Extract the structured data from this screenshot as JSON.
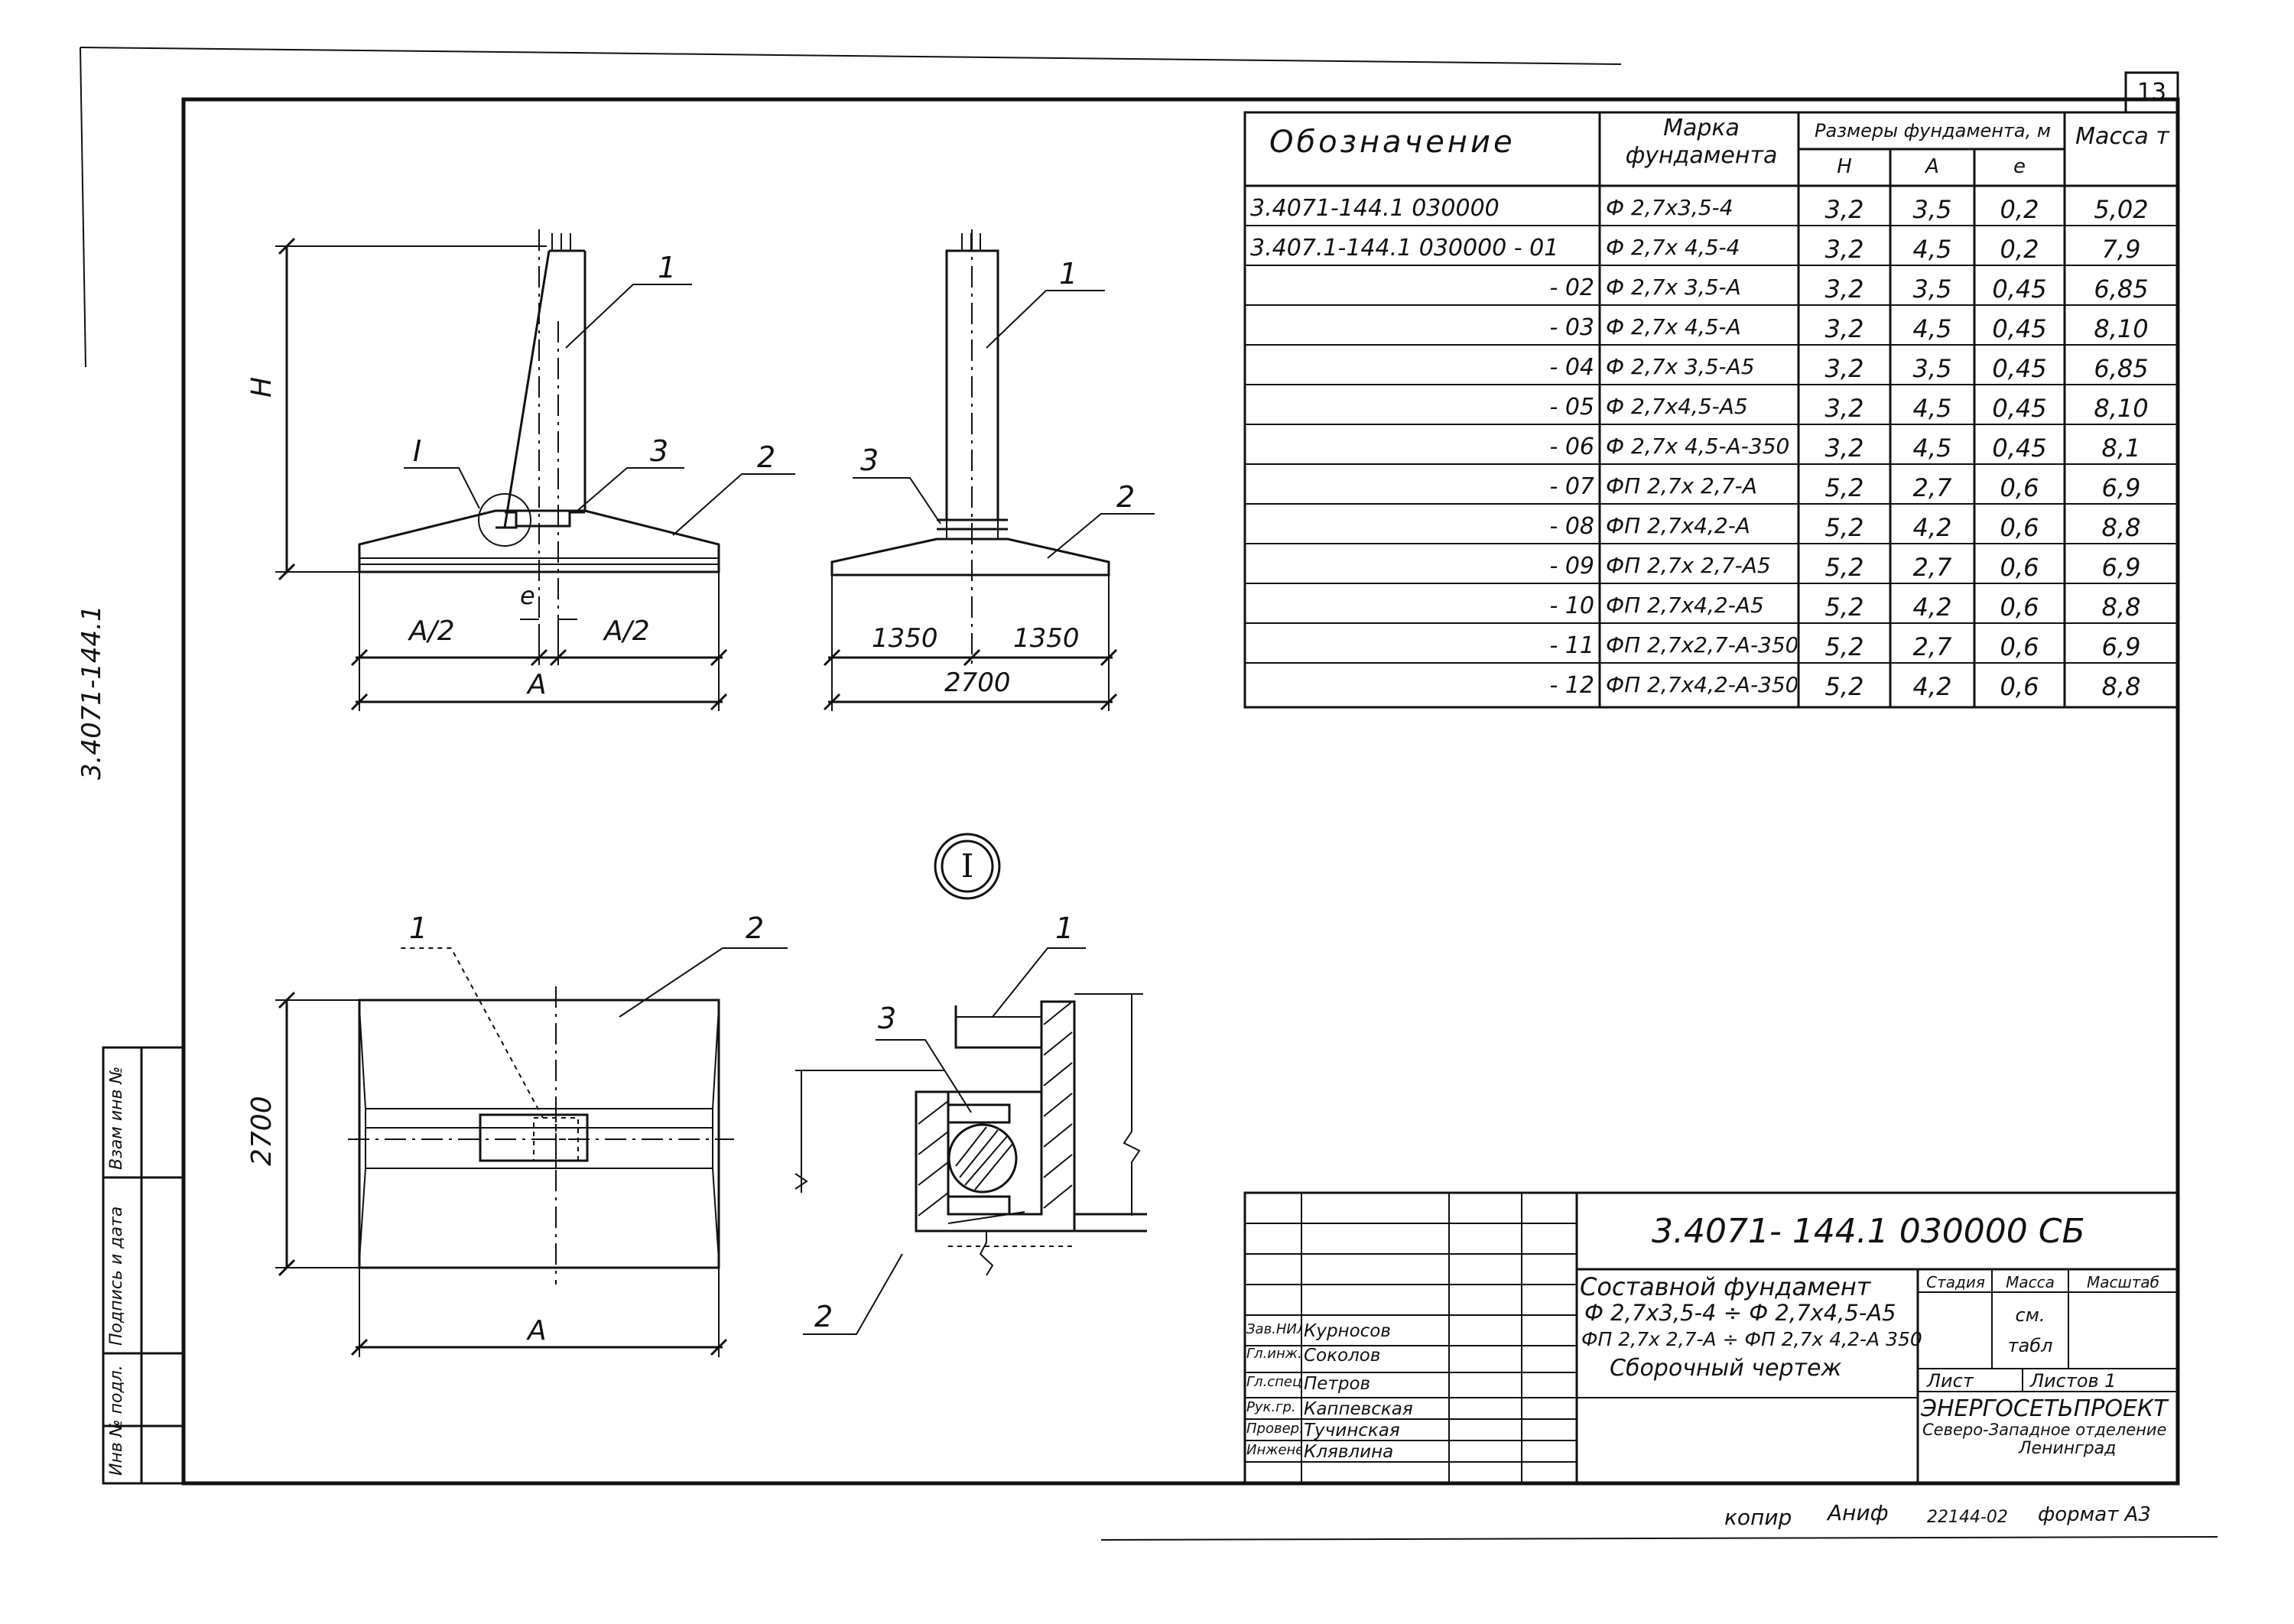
{
  "sheet_number": "13",
  "side_code": "3.4071-144.1",
  "left_strip": {
    "inv_podl": "Инв № подл.",
    "podpis": "Подпись и дата",
    "vzam": "Взам инв №"
  },
  "table": {
    "headers": {
      "oboznachenie": "Обозначение",
      "marka": "Марка фундамента",
      "razmery": "Размеры фундамента, м",
      "h": "Н",
      "a": "А",
      "e": "е",
      "massa": "Масса т"
    },
    "rows": [
      {
        "code": "3.4071-144.1 030000",
        "mark": "Ф 2,7х3,5-4",
        "h": "3,2",
        "a": "3,5",
        "e": "0,2",
        "m": "5,02"
      },
      {
        "code": "3.407.1-144.1 030000 - 01",
        "mark": "Ф 2,7х 4,5-4",
        "h": "3,2",
        "a": "4,5",
        "e": "0,2",
        "m": "7,9"
      },
      {
        "code": "- 02",
        "mark": "Ф 2,7х 3,5-А",
        "h": "3,2",
        "a": "3,5",
        "e": "0,45",
        "m": "6,85"
      },
      {
        "code": "- 03",
        "mark": "Ф 2,7х 4,5-А",
        "h": "3,2",
        "a": "4,5",
        "e": "0,45",
        "m": "8,10"
      },
      {
        "code": "- 04",
        "mark": "Ф 2,7х 3,5-А5",
        "h": "3,2",
        "a": "3,5",
        "e": "0,45",
        "m": "6,85"
      },
      {
        "code": "- 05",
        "mark": "Ф 2,7х4,5-А5",
        "h": "3,2",
        "a": "4,5",
        "e": "0,45",
        "m": "8,10"
      },
      {
        "code": "- 06",
        "mark": "Ф 2,7х 4,5-А-350",
        "h": "3,2",
        "a": "4,5",
        "e": "0,45",
        "m": "8,1"
      },
      {
        "code": "- 07",
        "mark": "ФП 2,7х 2,7-А",
        "h": "5,2",
        "a": "2,7",
        "e": "0,6",
        "m": "6,9"
      },
      {
        "code": "- 08",
        "mark": "ФП 2,7х4,2-А",
        "h": "5,2",
        "a": "4,2",
        "e": "0,6",
        "m": "8,8"
      },
      {
        "code": "- 09",
        "mark": "ФП 2,7х 2,7-А5",
        "h": "5,2",
        "a": "2,7",
        "e": "0,6",
        "m": "6,9"
      },
      {
        "code": "- 10",
        "mark": "ФП 2,7х4,2-А5",
        "h": "5,2",
        "a": "4,2",
        "e": "0,6",
        "m": "8,8"
      },
      {
        "code": "- 11",
        "mark": "ФП 2,7х2,7-А-350",
        "h": "5,2",
        "a": "2,7",
        "e": "0,6",
        "m": "6,9"
      },
      {
        "code": "- 12",
        "mark": "ФП 2,7х4,2-А-350",
        "h": "5,2",
        "a": "4,2",
        "e": "0,6",
        "m": "8,8"
      }
    ]
  },
  "drawing": {
    "labels": {
      "n1": "1",
      "n2": "2",
      "n3": "3",
      "roman": "I",
      "H": "Н",
      "A": "А",
      "A2": "А/2",
      "e": "е",
      "d1350": "1350",
      "d2700": "2700"
    }
  },
  "title_block": {
    "doc_code": "3.4071- 144.1  030000 СБ",
    "name_lines": [
      "Составной фундамент",
      "Ф 2,7х3,5-4 ÷ Ф 2,7х4,5-А5",
      "ФП 2,7х 2,7-А ÷ ФП 2,7х 4,2-А 350",
      "Сборочный чертеж"
    ],
    "stadia": "Стадия",
    "massa": "Масса",
    "masshtab": "Масштаб",
    "massa_val": "см. табл",
    "list": "Лист",
    "listov": "Листов 1",
    "org1": "ЭНЕРГОСЕТЬПРОЕКТ",
    "org2": "Северо-Западное отделение",
    "org3": "Ленинград",
    "staff": [
      {
        "role": "Зав.НИЛКЭС",
        "name": "Курносов"
      },
      {
        "role": "Гл.инж.пр.",
        "name": "Соколов"
      },
      {
        "role": "Гл.спец.",
        "name": "Петров"
      },
      {
        "role": "Рук.гр.",
        "name": "Каппевская"
      },
      {
        "role": "Провер.",
        "name": "Тучинская"
      },
      {
        "role": "Инженер",
        "name": "Клявлина"
      }
    ]
  },
  "footer": {
    "kopir": "копир",
    "kopir_name": "Аниф",
    "inv": "22144-02",
    "format": "формат А3"
  }
}
